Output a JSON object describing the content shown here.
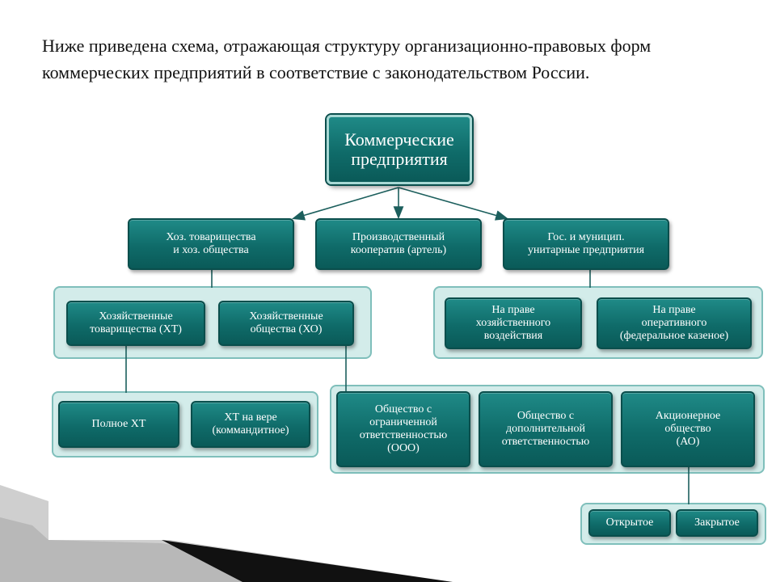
{
  "intro": "Ниже приведена схема, отражающая структуру организационно-правовых форм коммерческих предприятий в соответствие с законодательством России.",
  "nodes": {
    "root": "Коммерческие\nпредприятия",
    "hoz": "Хоз. товарищества\nи хоз. общества",
    "coop": "Производственный\nкооператив (артель)",
    "gos": "Гос. и муницип.\nунитарные предприятия",
    "ht": "Хозяйственные\nтоварищества (ХТ)",
    "ho": "Хозяйственные\nобщества (ХО)",
    "hoz_vedenie": "На праве\nхозяйственного\nвоздействия",
    "oper": "На праве\nоперативного\n(федеральное казеное)",
    "polnoe": "Полное ХТ",
    "vera": "ХТ на вере\n(коммандитное)",
    "ooo": "Общество с\nограниченной\nответственностью\n(ООО)",
    "odo": "Общество с\nдополнительной\nответственностью",
    "ao": "Акционерное\nобщество\n(АО)",
    "open": "Открытое",
    "closed": "Закрытое"
  },
  "colors": {
    "node_fill": "#0f6b69",
    "panel_fill": "#d3ecea",
    "panel_border": "#7fbfbb",
    "line": "#1c5f5d"
  }
}
